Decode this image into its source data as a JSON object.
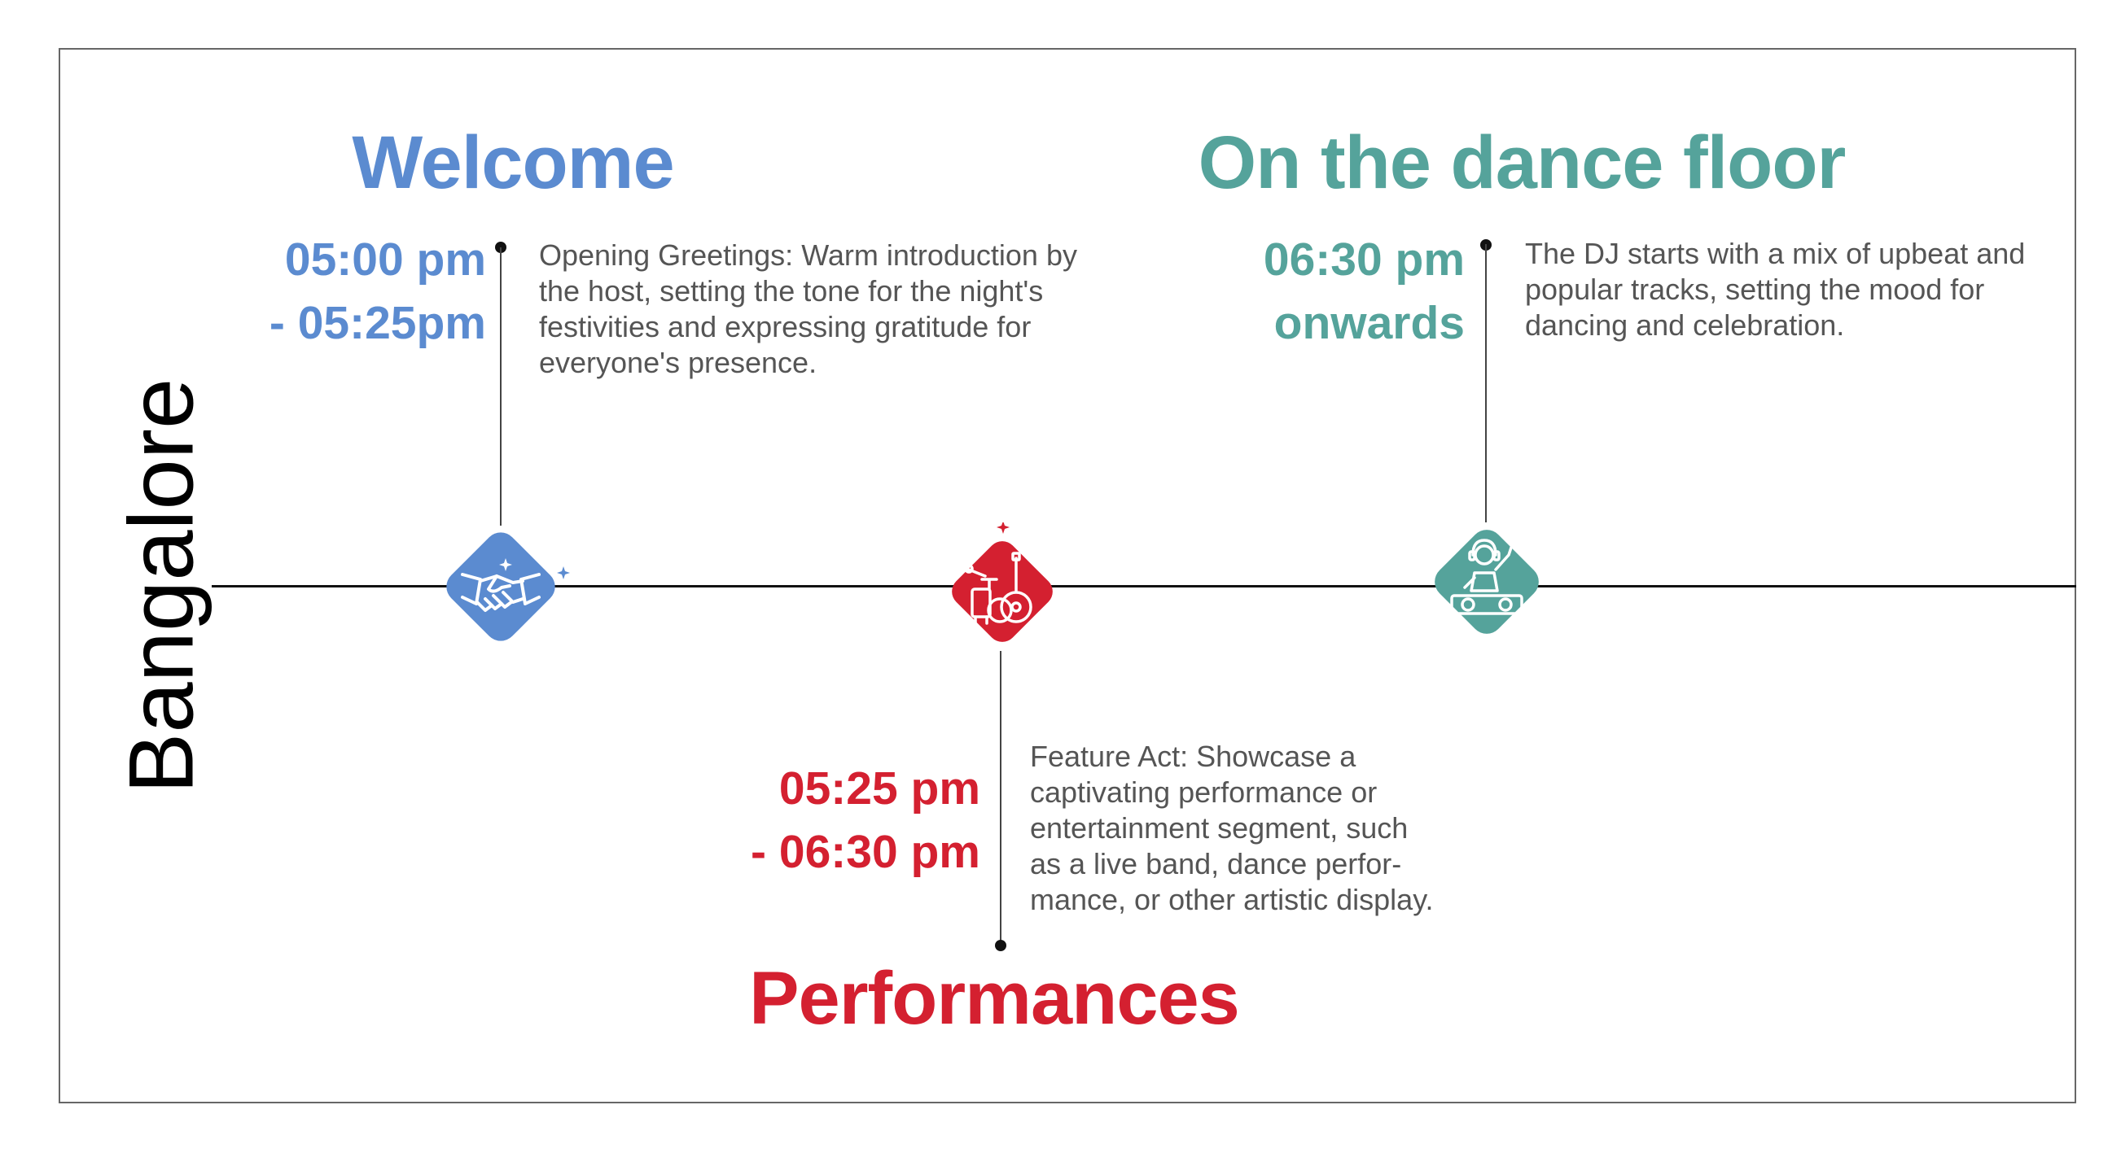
{
  "city": "Bangalore",
  "colors": {
    "welcome": "#5b8bd0",
    "performances": "#d42030",
    "dance": "#55a39b",
    "line": "#111111",
    "description": "#555555"
  },
  "events": [
    {
      "id": "welcome",
      "title": "Welcome",
      "time_line1": "05:00 pm",
      "time_line2": "- 05:25pm",
      "description": "Opening Greetings: Warm introduction by\nthe host, setting the tone for the night's\nfestivities and expressing gratitude for\neveryone's presence.",
      "icon": "handshake-icon"
    },
    {
      "id": "performances",
      "title": "Performances",
      "time_line1": "05:25 pm",
      "time_line2": "- 06:30 pm",
      "description": "Feature Act: Showcase a\ncaptivating performance or\nentertainment segment, such\nas a live band, dance perfor-\nmance, or other artistic display.",
      "icon": "music-instruments-icon"
    },
    {
      "id": "dance",
      "title": "On the dance floor",
      "time_line1": "06:30 pm",
      "time_line2": "onwards",
      "description": "The DJ starts with a mix of upbeat and\npopular tracks, setting the mood for\ndancing and celebration.",
      "icon": "dj-icon"
    }
  ]
}
